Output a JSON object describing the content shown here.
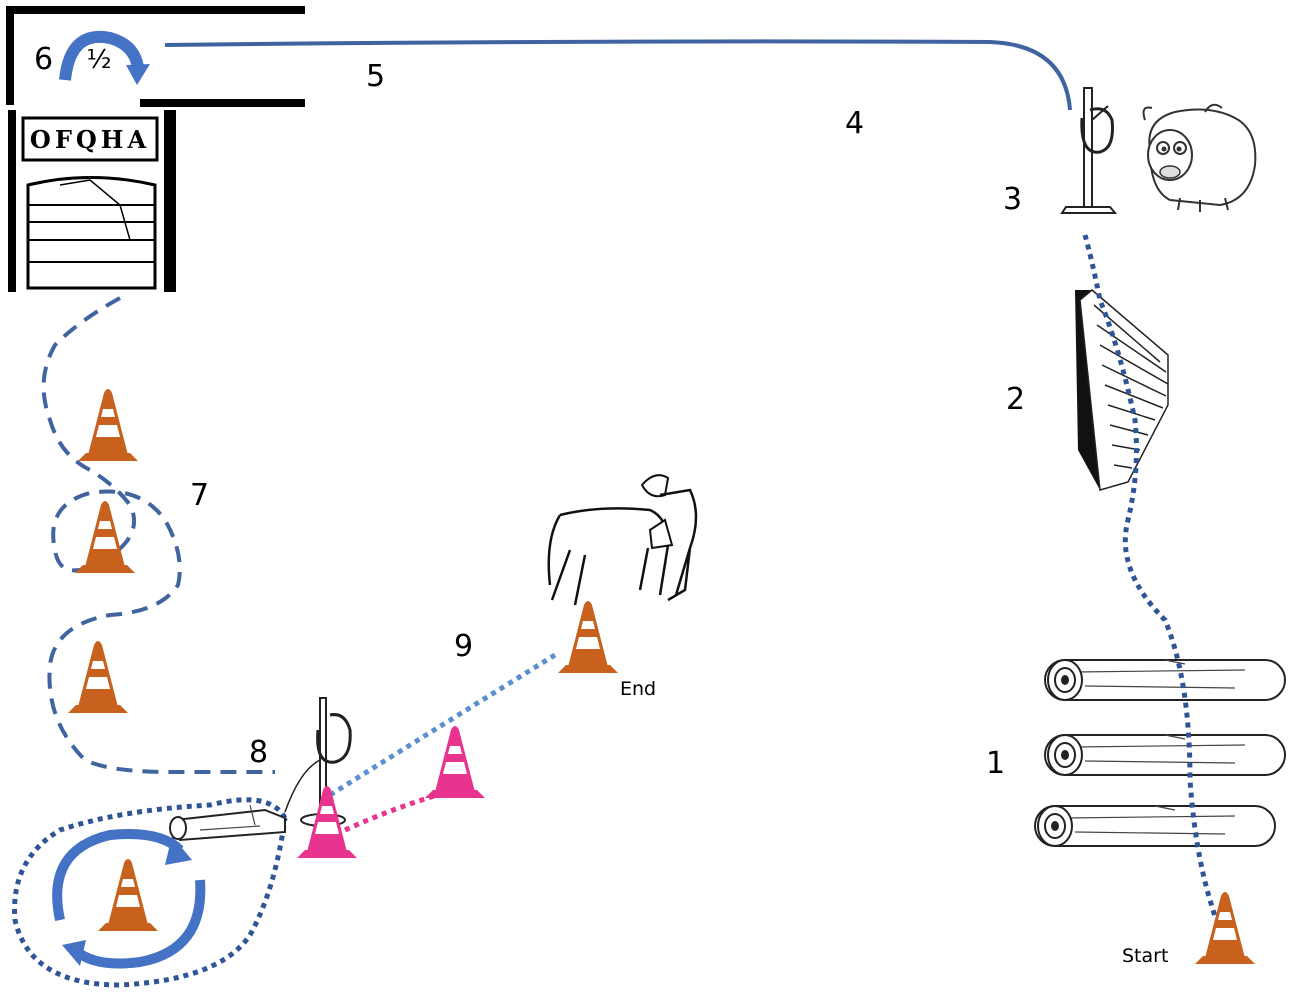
{
  "steps": {
    "s1": "1",
    "s2": "2",
    "s3": "3",
    "s4": "4",
    "s5": "5",
    "s6": "6",
    "s7": "7",
    "s8": "8",
    "s9": "9"
  },
  "half_turn": "½",
  "sign_text": "OFQHA",
  "start_label": "Start",
  "end_label": "End",
  "colors": {
    "route_blue": "#3f64a0",
    "dotted_blue": "#2f5597",
    "light_dotted": "#5b8fd0",
    "pink": "#e8338f",
    "cone_orange": "#c9611e",
    "arrow_blue": "#4472c4"
  }
}
